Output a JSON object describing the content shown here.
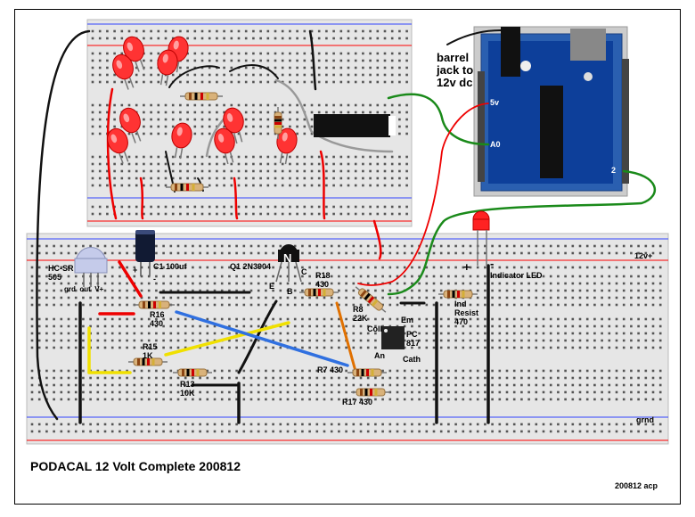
{
  "title": "PODACAL 12 Volt Complete  200812",
  "signature": "200812 acp",
  "labels": {
    "barrel_jack": "barrel\njack to\n12v dc",
    "pin_5v": "5v",
    "pin_a0": "A0",
    "pin_2": "2",
    "hcsr_name": "HC-SR\n505",
    "hcsr_pins": "grd  out  V+",
    "c1": "C1 100uf",
    "q1": "Q1 2N3904",
    "q1_e": "E",
    "q1_b": "B",
    "q1_c": "C",
    "r18": "R18\n430",
    "r16": "R16\n430",
    "r15": "R15\n1K",
    "r13": "R13\n10K",
    "r7": "R7 430",
    "r8": "R8\n22K",
    "r17": "R17 430",
    "pc817": "PC\n817",
    "em": "Em",
    "coll": "Coll",
    "an": "An",
    "cath": "Cath",
    "ind_resist": "Ind\nResist\n470",
    "indicator_led": "Indicator LED",
    "plus": "+",
    "minus": "-",
    "plus_c1": "+",
    "minus_c1": "-",
    "rail_12v": "12v+",
    "rail_gnd": "grnd"
  },
  "colors": {
    "breadboard": "#e4e4e4",
    "rail_red": "#ff0000",
    "rail_blue": "#3344ff",
    "hole": "#555555",
    "led_red": "#ff2222",
    "arduino_blue": "#2a5fb0",
    "arduino_pcb": "#0d3f9a",
    "wire_green": "#1a8a1a",
    "wire_red": "#e00000",
    "wire_yellow": "#f0e000",
    "wire_blue": "#3070e0",
    "wire_orange": "#e07000",
    "wire_black": "#111111",
    "wire_gray": "#999999"
  }
}
